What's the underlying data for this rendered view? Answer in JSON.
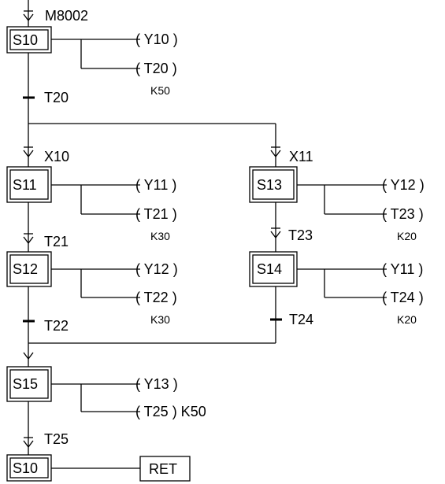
{
  "initial_condition": "M8002",
  "steps": {
    "s10_initial": "S10",
    "s11": "S11",
    "s12": "S12",
    "s13": "S13",
    "s14": "S14",
    "s15": "S15",
    "s10_jump": "S10"
  },
  "outputs": {
    "s10_y": "( Y10 )",
    "s10_t": "( T20 )",
    "s10_k": "K50",
    "s11_y": "( Y11 )",
    "s11_t": "( T21 )",
    "s11_k": "K30",
    "s12_y": "( Y12 )",
    "s12_t": "( T22 )",
    "s12_k": "K30",
    "s13_y": "( Y12 )",
    "s13_t": "( T23 )",
    "s13_k": "K20",
    "s14_y": "( Y11 )",
    "s14_t": "( T24 )",
    "s14_k": "K20",
    "s15_y": "( Y13 )",
    "s15_t": "( T25 ) K50"
  },
  "transitions": {
    "t20": "T20",
    "x10": "X10",
    "x11": "X11",
    "t21": "T21",
    "t23": "T23",
    "t22": "T22",
    "t24": "T24",
    "t25": "T25"
  },
  "end_block": "RET"
}
